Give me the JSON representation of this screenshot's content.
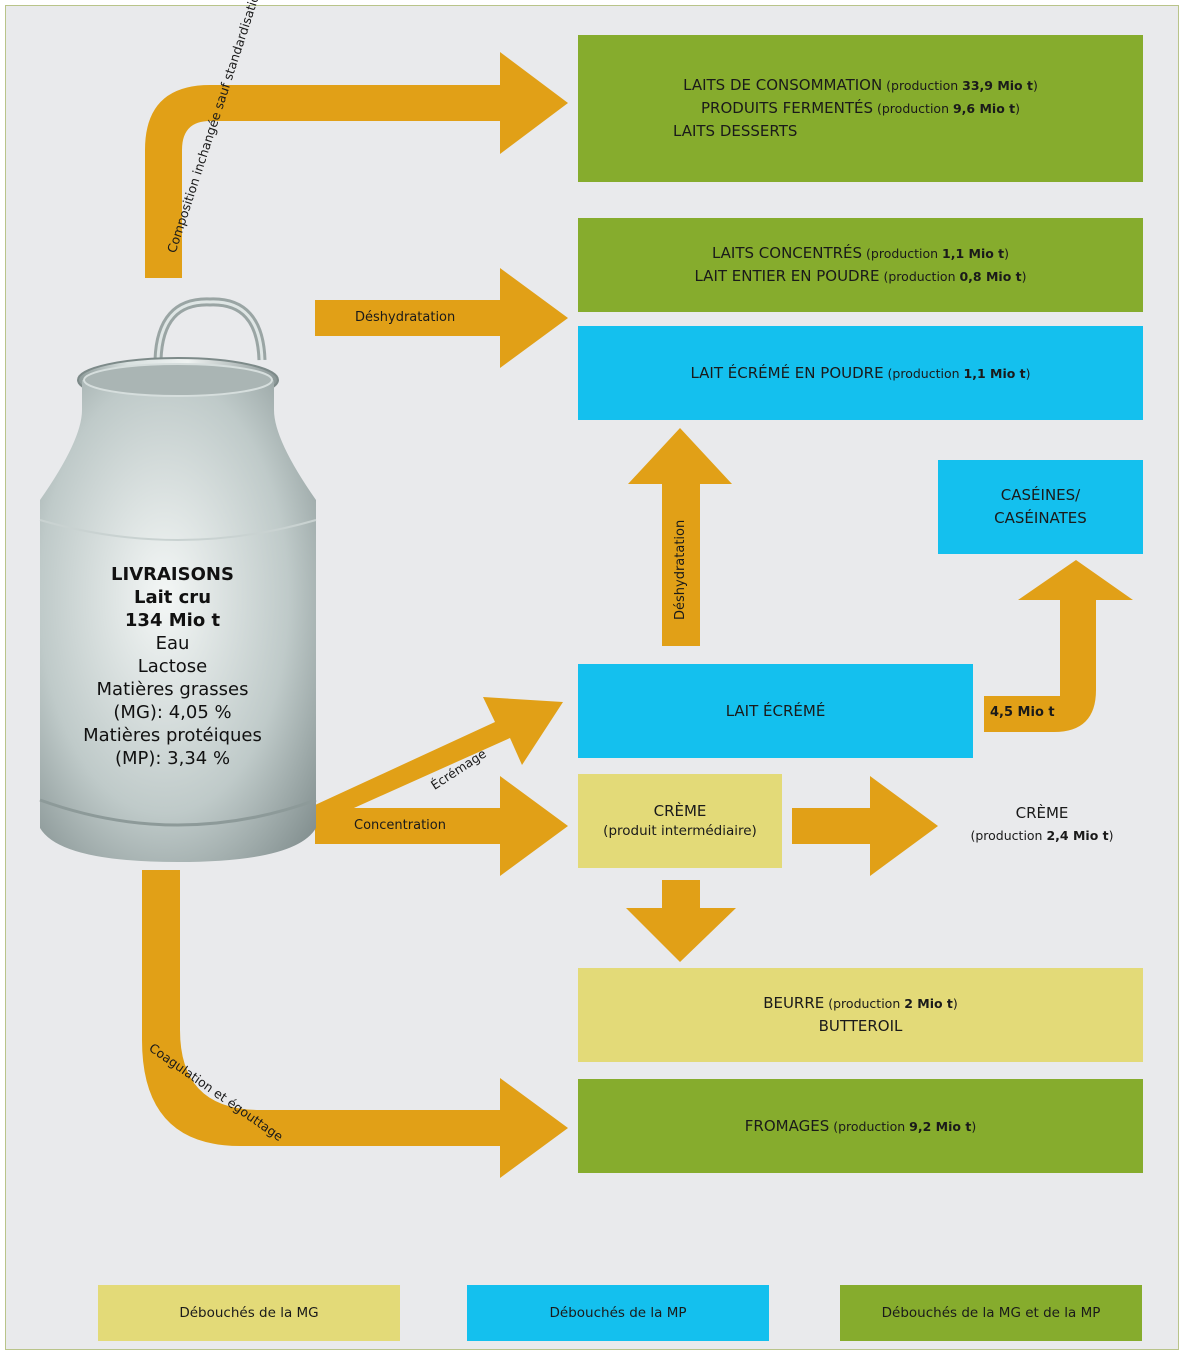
{
  "colors": {
    "mg": "#e3da78",
    "mp": "#14c0ee",
    "mg_mp": "#86ac2d",
    "arrow": "#e1a017",
    "background": "#e9eaec"
  },
  "can": {
    "title": "LIVRAISONS",
    "subtitle": "Lait cru",
    "volume": "134 Mio t",
    "c1": "Eau",
    "c2": "Lactose",
    "c3": "Matières grasses",
    "c4": "(MG): 4,05 %",
    "c5": "Matières protéiques",
    "c6": "(MP): 3,34 %"
  },
  "boxes": {
    "consommation": {
      "l1_name": "LAITS DE CONSOMMATION",
      "l1_pre": " (production ",
      "l1_val": "33,9 Mio t",
      "l1_post": ")",
      "l2_name": "PRODUITS FERMENTÉS",
      "l2_pre": " (production ",
      "l2_val": "9,6 Mio t",
      "l2_post": ")",
      "l3_name": "LAITS DESSERTS"
    },
    "concentres": {
      "l1_name": "LAITS CONCENTRÉS",
      "l1_pre": " (production ",
      "l1_val": "1,1 Mio t",
      "l1_post": ")",
      "l2_name": "LAIT ENTIER EN POUDRE",
      "l2_pre": " (production ",
      "l2_val": "0,8 Mio t",
      "l2_post": ")"
    },
    "ecreme_poudre": {
      "name": "LAIT ÉCRÉMÉ EN POUDRE",
      "pre": " (production ",
      "val": "1,1 Mio t",
      "post": ")"
    },
    "caseines": {
      "l1": "CASÉINES/",
      "l2": "CASÉINATES"
    },
    "lait_ecreme": {
      "name": "LAIT ÉCRÉMÉ"
    },
    "creme_inter": {
      "l1": "CRÈME",
      "l2": "(produit intermédiaire)"
    },
    "creme_prod": {
      "l1": "CRÈME",
      "l2_pre": "(production ",
      "l2_val": "2,4 Mio t",
      "l2_post": ")"
    },
    "beurre": {
      "name": "BEURRE",
      "pre": " (production ",
      "val": "2 Mio t",
      "post": ")",
      "l2": "BUTTEROIL"
    },
    "fromages": {
      "name": "FROMAGES",
      "pre": " (production ",
      "val": "9,2 Mio t",
      "post": ")"
    }
  },
  "arrows": {
    "composition": "Composition inchangée sauf standardisation ou écrémage",
    "deshydratation_1": "Déshydratation",
    "deshydratation_2": "Déshydratation",
    "ecremage": "Écrémage",
    "concentration": "Concentration",
    "caseines_qty": "4,5 Mio t",
    "coagulation": "Coagulation et égouttage"
  },
  "legend": {
    "mg": "Débouchés de la MG",
    "mp": "Débouchés de la MP",
    "mg_mp": "Débouchés de la MG et de la MP"
  }
}
